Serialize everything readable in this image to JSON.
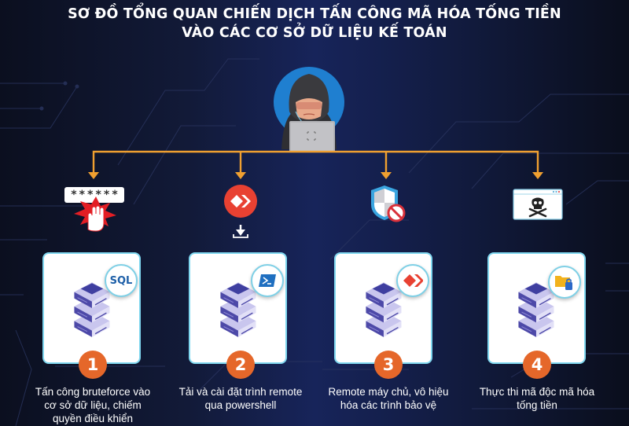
{
  "title": {
    "line1": "SƠ ĐỒ TỔNG QUAN CHIẾN DỊCH TẤN CÔNG MÃ HÓA TỐNG TIỀN",
    "line2": "VÀO CÁC CƠ SỞ DỮ LIỆU KẾ TOÁN"
  },
  "attacker": {
    "icon": "hooded-hacker-laptop-icon"
  },
  "colors": {
    "background_dark": "#0b0f1f",
    "background_mid": "#17245a",
    "connector": "#f0a030",
    "card_border": "#7fd7ef",
    "badge": "#e5672a",
    "server": "#4d49a8"
  },
  "steps": [
    {
      "number": "1",
      "top_icon": "password-bruteforce-icon",
      "password_mask": "******",
      "tag_icon": "sql-icon",
      "tag_label": "SQL",
      "desc_lines": [
        "Tấn công bruteforce vào",
        "cơ sở dữ liệu, chiếm",
        "quyền điều khiển"
      ]
    },
    {
      "number": "2",
      "top_icon": "anydesk-download-icon",
      "tag_icon": "powershell-icon",
      "desc_lines": [
        "Tải và cài đặt trình remote",
        "qua powershell"
      ]
    },
    {
      "number": "3",
      "top_icon": "shield-disabled-icon",
      "tag_icon": "anydesk-icon",
      "desc_lines": [
        "Remote máy chủ, vô hiệu",
        "hóa các trình bảo vệ"
      ]
    },
    {
      "number": "4",
      "top_icon": "skull-window-icon",
      "tag_icon": "locked-folder-icon",
      "desc_lines": [
        "Thực thi mã độc mã hóa",
        "tống tiền"
      ]
    }
  ]
}
